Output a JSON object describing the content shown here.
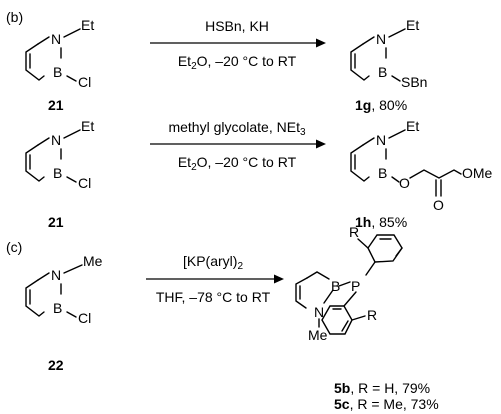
{
  "sections": {
    "b": "(b)",
    "c": "(c)"
  },
  "atoms": {
    "N": "N",
    "B": "B",
    "Et": "Et",
    "Me": "Me",
    "Cl": "Cl",
    "SBn": "SBn",
    "O": "O",
    "OMe": "OMe",
    "P": "P",
    "R": "R"
  },
  "reactions": [
    {
      "reagent": "HSBn, KH",
      "solvent_prefix": "Et",
      "solvent_sub": "2",
      "solvent_suffix": "O, –20 °C to RT",
      "start_label": "21",
      "product_label": "1g",
      "product_yield": ", 80%"
    },
    {
      "reagent": "methyl glycolate, NEt",
      "reagent_sub": "3",
      "solvent_prefix": "Et",
      "solvent_sub": "2",
      "solvent_suffix": "O, –20 °C to RT",
      "start_label": "21",
      "product_label": "1h",
      "product_yield": ", 85%"
    },
    {
      "reagent": "[KP(aryl)",
      "reagent_sub": "2",
      "conditions": "THF, –78 °C to RT",
      "start_label": "22",
      "products": [
        {
          "label": "5b",
          "text": ", R = H, 79%"
        },
        {
          "label": "5c",
          "text": ", R = Me, 73%"
        }
      ]
    }
  ]
}
